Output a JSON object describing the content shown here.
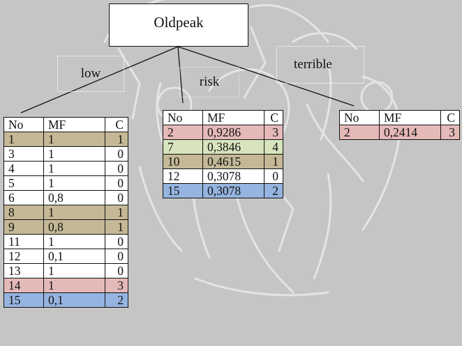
{
  "colors": {
    "background": "#c5c5c5",
    "watermark": "#e2e2e2",
    "tan": "#c4b896",
    "pink": "#e6b9b9",
    "green": "#d8e4bd",
    "blue": "#95b4df",
    "white": "#ffffff"
  },
  "root": {
    "label": "Oldpeak"
  },
  "branches": {
    "low": "low",
    "risk": "risk",
    "terrible": "terrible"
  },
  "tables": {
    "low": {
      "headers": [
        "No",
        "MF",
        "C"
      ],
      "rows": [
        {
          "no": "1",
          "mf": "1",
          "c": "1",
          "color": "tan"
        },
        {
          "no": "3",
          "mf": "1",
          "c": "0",
          "color": "white"
        },
        {
          "no": "4",
          "mf": "1",
          "c": "0",
          "color": "white"
        },
        {
          "no": "5",
          "mf": "1",
          "c": "0",
          "color": "white"
        },
        {
          "no": "6",
          "mf": "0,8",
          "c": "0",
          "color": "white"
        },
        {
          "no": "8",
          "mf": "1",
          "c": "1",
          "color": "tan"
        },
        {
          "no": "9",
          "mf": "0,8",
          "c": "1",
          "color": "tan"
        },
        {
          "no": "11",
          "mf": "1",
          "c": "0",
          "color": "white"
        },
        {
          "no": "12",
          "mf": "0,1",
          "c": "0",
          "color": "white"
        },
        {
          "no": "13",
          "mf": "1",
          "c": "0",
          "color": "white"
        },
        {
          "no": "14",
          "mf": "1",
          "c": "3",
          "color": "pink"
        },
        {
          "no": "15",
          "mf": "0,1",
          "c": "2",
          "color": "blue"
        }
      ]
    },
    "risk": {
      "headers": [
        "No",
        "MF",
        "C"
      ],
      "rows": [
        {
          "no": "2",
          "mf": "0,9286",
          "c": "3",
          "color": "pink"
        },
        {
          "no": "7",
          "mf": "0,3846",
          "c": "4",
          "color": "green"
        },
        {
          "no": "10",
          "mf": "0,4615",
          "c": "1",
          "color": "tan"
        },
        {
          "no": "12",
          "mf": "0,3078",
          "c": "0",
          "color": "white"
        },
        {
          "no": "15",
          "mf": "0,3078",
          "c": "2",
          "color": "blue"
        }
      ]
    },
    "terrible": {
      "headers": [
        "No",
        "MF",
        "C"
      ],
      "rows": [
        {
          "no": "2",
          "mf": "0,2414",
          "c": "3",
          "color": "pink"
        }
      ]
    }
  }
}
